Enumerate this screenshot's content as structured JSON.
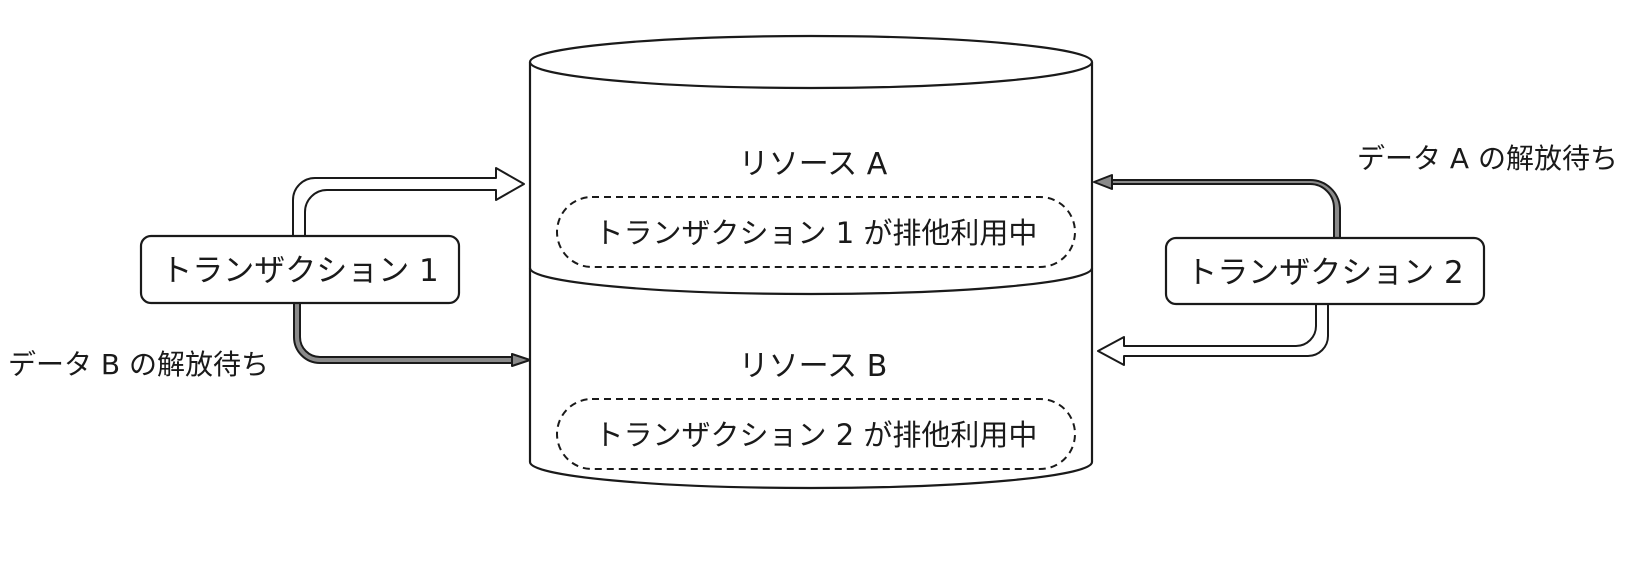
{
  "resources": [
    {
      "label": "リソース A",
      "lock_text": "トランザクション 1 が排他利用中"
    },
    {
      "label": "リソース B",
      "lock_text": "トランザクション 2 が排他利用中"
    }
  ],
  "transactions": [
    {
      "label": "トランザクション 1"
    },
    {
      "label": "トランザクション 2"
    }
  ],
  "waits": [
    {
      "label": "データ B の解放待ち"
    },
    {
      "label": "データ A の解放待ち"
    }
  ],
  "colors": {
    "stroke": "#1a1a1a",
    "fill": "#ffffff",
    "wait_arrow_fill": "#8a8a8a"
  }
}
